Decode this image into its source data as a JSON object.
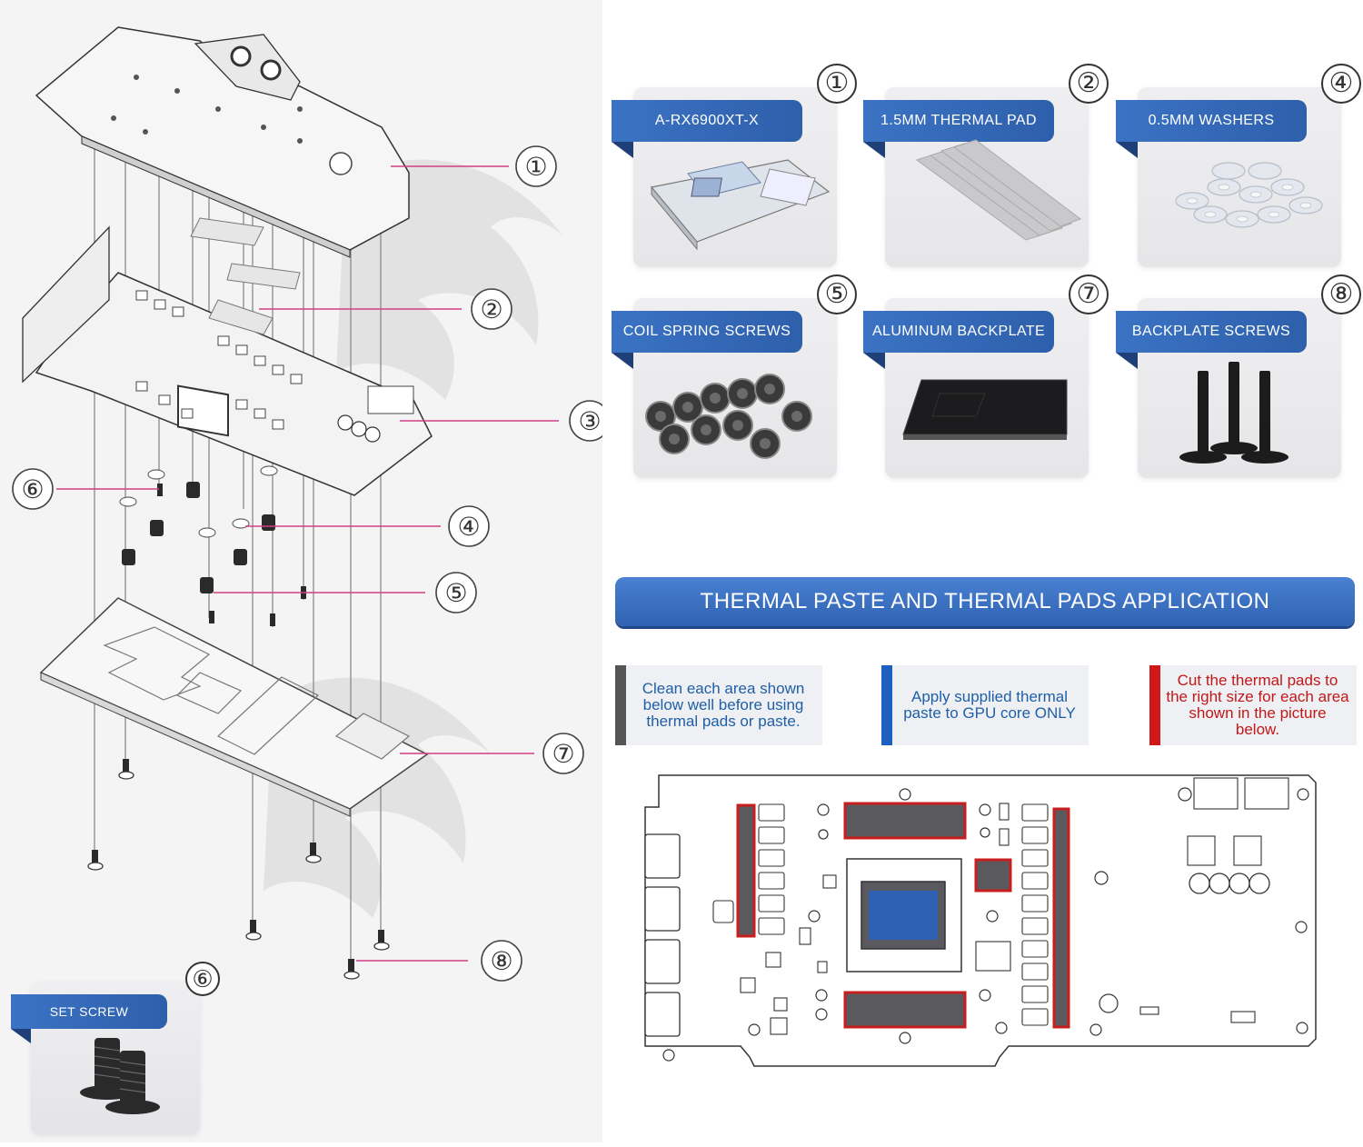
{
  "callouts": {
    "c1": "①",
    "c2": "②",
    "c3": "③",
    "c4": "④",
    "c5": "⑤",
    "c6": "⑥",
    "c7": "⑦",
    "c8": "⑧"
  },
  "parts": [
    {
      "number": "①",
      "label": "A-RX6900XT-X",
      "icon": "water-block-icon"
    },
    {
      "number": "②",
      "label": "1.5MM THERMAL PAD",
      "icon": "thermal-pad-icon"
    },
    {
      "number": "④",
      "label": "0.5MM WASHERS",
      "icon": "washers-icon"
    },
    {
      "number": "⑤",
      "label": "COIL SPRING SCREWS",
      "icon": "coil-spring-screws-icon"
    },
    {
      "number": "⑦",
      "label": "ALUMINUM BACKPLATE",
      "icon": "backplate-icon"
    },
    {
      "number": "⑧",
      "label": "BACKPLATE SCREWS",
      "icon": "backplate-screws-icon"
    }
  ],
  "set_screw": {
    "number": "⑥",
    "label": "SET SCREW",
    "icon": "set-screw-icon"
  },
  "banner_title": "THERMAL PASTE AND THERMAL PADS APPLICATION",
  "notes": [
    {
      "text": "Clean each area shown below well before using thermal pads or paste.",
      "bar_color": "#555555",
      "text_color": "#1f5fa8"
    },
    {
      "text": "Apply supplied thermal paste to GPU core ONLY",
      "bar_color": "#1f5fbf",
      "text_color": "#1f5fa8"
    },
    {
      "text": "Cut the thermal pads to the right size for each area shown in the picture below.",
      "bar_color": "#d01818",
      "text_color": "#c21818"
    }
  ],
  "colors": {
    "accent_blue": "#2f62b1",
    "pad_red": "#c81e1e",
    "pad_fill": "#5a5a5e",
    "core_blue": "#2d5fb3",
    "leader_pink": "#d23f86"
  }
}
